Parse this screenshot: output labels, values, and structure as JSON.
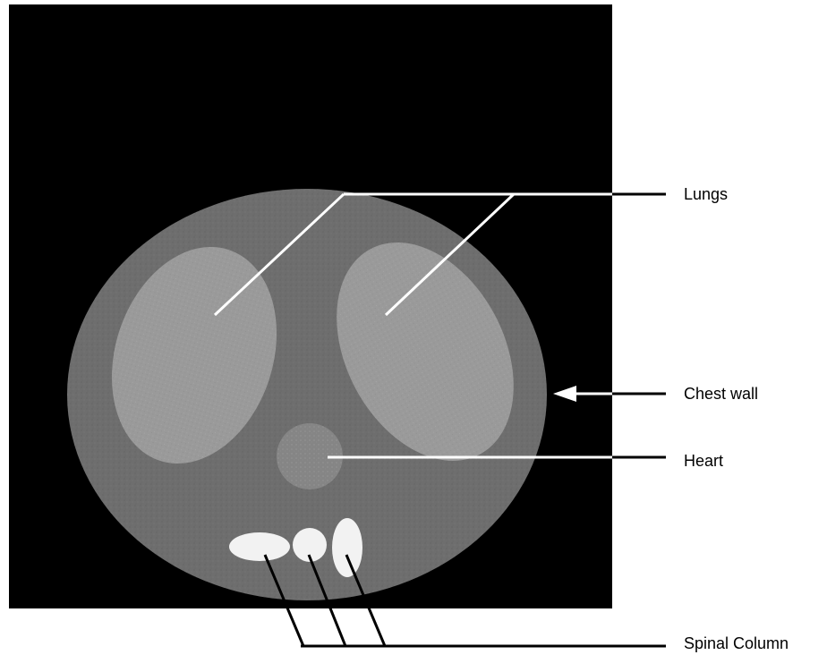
{
  "figure": {
    "labels": {
      "lungs": "Lungs",
      "chest_wall": "Chest wall",
      "heart": "Heart",
      "spinal_column": "Spinal Column"
    },
    "colors": {
      "background_panel": "#000000",
      "chest_wall_tissue": "#6e6e6e",
      "lung": "#9a9a9a",
      "heart": "#858585",
      "bone": "#f2f2f2",
      "pointer_line_inside": "#ffffff",
      "pointer_line_outside": "#000000"
    }
  }
}
